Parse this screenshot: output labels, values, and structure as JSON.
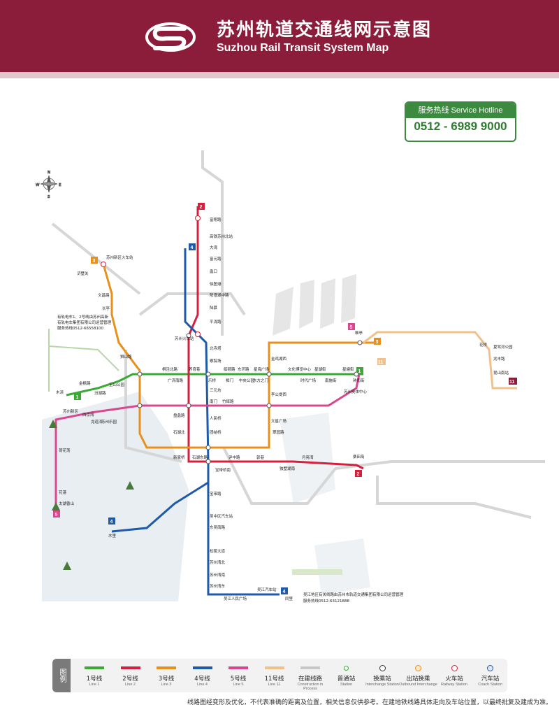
{
  "header": {
    "title_cn": "苏州轨道交通线网示意图",
    "title_en": "Suzhou Rail Transit System Map"
  },
  "hotline": {
    "label": "服务热线  Service Hotline",
    "number": "0512 - 6989 9000"
  },
  "colors": {
    "header_bg": "#8c1d3a",
    "line1": "#3aa935",
    "line2": "#d3203e",
    "line3": "#e8901c",
    "line4": "#1f5aa8",
    "line5": "#d9488f",
    "line11": "#f2c08a",
    "construction": "#c8c8c8",
    "hotline_green": "#3c8a3f"
  },
  "compass": {
    "n": "N",
    "e": "E",
    "s": "S",
    "w": "W"
  },
  "lines": [
    {
      "id": "1",
      "label": "1"
    },
    {
      "id": "2",
      "label": "2"
    },
    {
      "id": "3",
      "label": "3"
    },
    {
      "id": "4",
      "label": "4"
    },
    {
      "id": "5",
      "label": "5"
    },
    {
      "id": "11",
      "label": "11"
    }
  ],
  "stations": {
    "s1": "苏州新区火车站",
    "s2": "浒墅关",
    "s3": "文昌路",
    "s4": "长亭",
    "s5": "狮山路",
    "s6": "木渎",
    "s7": "金枫路",
    "s8": "汾湖路",
    "s9": "玉山公园",
    "s10": "桐泾北路",
    "s11": "广济南路",
    "s12": "养育巷",
    "s13": "乐桥",
    "s14": "临顿路",
    "s15": "相门",
    "s16": "东环路",
    "s17": "中央公园",
    "s18": "星海广场",
    "s19": "东方之门",
    "s20": "文化博览中心",
    "s21": "时代广场",
    "s22": "星湖街",
    "s23": "南施街",
    "s24": "星塘街",
    "s25": "钟南街",
    "s26": "富翔路",
    "s27": "高铁苏州北站",
    "s28": "大湾",
    "s29": "富元路",
    "s30": "蠡口",
    "s31": "徐图港",
    "s32": "阳澄湖中路",
    "s33": "陆慕",
    "s34": "平泷路",
    "s35": "苏州火车站",
    "s36": "北寺塔",
    "s37": "察院场",
    "s38": "三元坊",
    "s39": "南门",
    "s40": "人民桥",
    "s41": "石湖东路",
    "s42": "宝带桥南",
    "s43": "尹中路",
    "s44": "郭巷",
    "s45": "独墅湖南",
    "s46": "月亮湾",
    "s47": "桑田岛",
    "s48": "苏州湾东",
    "s49": "吴江人民广场",
    "s50": "同里",
    "s51": "龙道浜",
    "s52": "苏州新区",
    "s53": "苏州乐园",
    "s54": "竹辉路",
    "s55": "盘蠡路",
    "s56": "团结桥",
    "s57": "新家桥",
    "s58": "石湖北",
    "s59": "花港",
    "s60": "太湖香山",
    "s61": "荷花荡",
    "s62": "苏州湾南",
    "s63": "吴中区汽车站",
    "s64": "东吴南路",
    "s65": "宝带路",
    "s66": "金鸡湖西",
    "s67": "唯亭",
    "s68": "花桥",
    "s69": "兆丰路",
    "s70": "夏驾河公园",
    "s71": "昆山南站",
    "s72": "苏州奥体中心",
    "s73": "李公堤西",
    "s74": "文星广场",
    "s75": "西京湾",
    "s76": "翠园路",
    "s77": "松陵大道",
    "s78": "吴江汽车站",
    "s79": "木里",
    "s80": "苏州湾北"
  },
  "footnote_box": {
    "text1": "吴江地区有关线路由苏州市轨道交通集团有限公司运营管理",
    "text2": "服务热线0512-63121888"
  },
  "side_note": {
    "text1": "有轨电车1、2号线由苏州高新",
    "text2": "有轨电车集团有限公司运营管理",
    "text3": "服务热线0512-66558100"
  },
  "legend": {
    "title": "图例 Legend",
    "items": [
      {
        "cn": "1号线",
        "en": "Line 1",
        "color": "#3aa935"
      },
      {
        "cn": "2号线",
        "en": "Line 2",
        "color": "#d3203e"
      },
      {
        "cn": "3号线",
        "en": "Line 3",
        "color": "#e8901c"
      },
      {
        "cn": "4号线",
        "en": "Line 4",
        "color": "#1f5aa8"
      },
      {
        "cn": "5号线",
        "en": "Line 5",
        "color": "#d9488f"
      },
      {
        "cn": "11号线",
        "en": "Line 11",
        "color": "#f2c08a"
      },
      {
        "cn": "在建线路",
        "en": "Construction in Process",
        "color": "#c8c8c8"
      },
      {
        "cn": "普通站",
        "en": "Station",
        "color": ""
      },
      {
        "cn": "换乘站",
        "en": "Interchange Station",
        "color": ""
      },
      {
        "cn": "出站换乘",
        "en": "Outbound Interchange",
        "color": ""
      },
      {
        "cn": "火车站",
        "en": "Railway Station",
        "color": ""
      },
      {
        "cn": "汽车站",
        "en": "Coach Station",
        "color": ""
      }
    ]
  },
  "footnote": "线路图经变形及优化，不代表准确的距离及位置，相关信息仅供参考。在建地铁线路具体走向及车站位置，以最终批复及建成为准。"
}
